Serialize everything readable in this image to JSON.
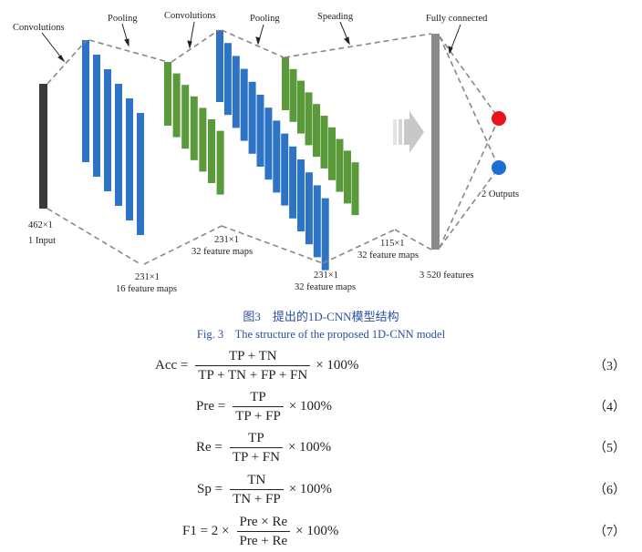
{
  "diagram": {
    "top_labels": {
      "convolutions_1": "Convolutions",
      "pooling_1": "Pooling",
      "convolutions_2": "Convolutions",
      "pooling_2": "Pooling",
      "speading": "Speading",
      "fully_connected": "Fully connected"
    },
    "bottom_labels": {
      "input_size": "462×1",
      "input_name": "1 Input",
      "conv1_size": "231×1",
      "conv1_maps": "16 feature maps",
      "pool1_size": "231×1",
      "pool1_maps": "32 feature maps",
      "conv2_size": "231×1",
      "conv2_maps": "32 feature maps",
      "pool2_size": "115×1",
      "pool2_maps": "32 feature maps",
      "fc_features": "3 520 features",
      "outputs": "2 Outputs"
    },
    "colors": {
      "input_bar": "#3a3a3a",
      "blue_maps": "#2e74c4",
      "green_maps": "#5a9a3a",
      "fc_bar": "#8a8a8a",
      "output_red": "#e8141c",
      "output_blue": "#1a6fd1",
      "dashed_lines": "#888888",
      "arrow": "#c8c8c8"
    }
  },
  "caption": {
    "chinese": "图3　提出的1D-CNN模型结构",
    "english": "Fig. 3　The structure of the proposed 1D-CNN model"
  },
  "equations": [
    {
      "lhs": "Acc =",
      "num": "TP + TN",
      "den": "TP + TN + FP + FN",
      "rhs": "× 100%",
      "number": "（3）"
    },
    {
      "lhs": "Pre =",
      "num": "TP",
      "den": "TP + FP",
      "rhs": "× 100%",
      "number": "（4）"
    },
    {
      "lhs": "Re =",
      "num": "TP",
      "den": "TP + FN",
      "rhs": "× 100%",
      "number": "（5）"
    },
    {
      "lhs": "Sp =",
      "num": "TN",
      "den": "TN + FP",
      "rhs": "× 100%",
      "number": "（6）"
    },
    {
      "lhs": "F1 = 2 ×",
      "num": "Pre × Re",
      "den": "Pre + Re",
      "rhs": "× 100%",
      "number": "（7）"
    }
  ]
}
